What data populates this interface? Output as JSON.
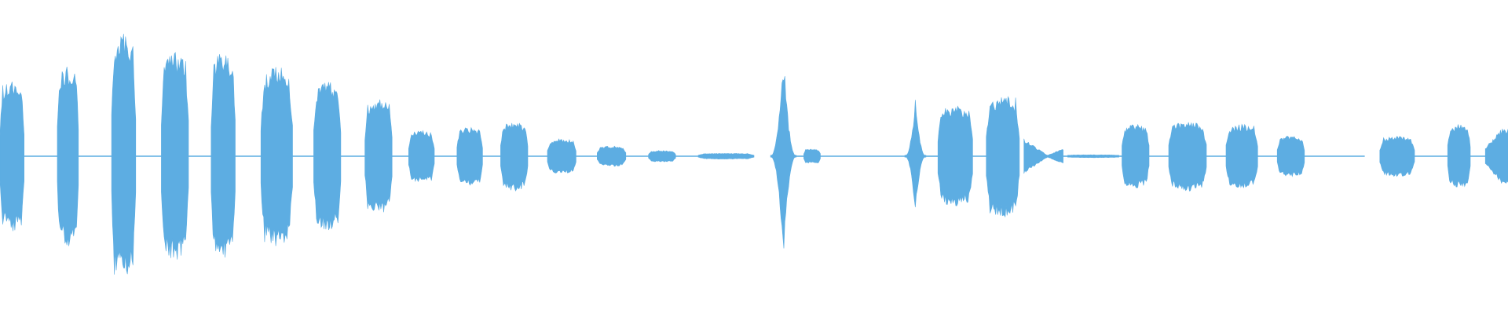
{
  "waveform": {
    "color": "#5DADE2",
    "background": "#FFFFFF",
    "amplitude_scale_max": 1.0,
    "duration_fraction_axis": [
      0,
      1
    ],
    "bursts": [
      {
        "start": 0.0,
        "end": 0.016,
        "amp": 0.52,
        "shape": "ramp-hold"
      },
      {
        "start": 0.038,
        "end": 0.052,
        "amp": 0.62,
        "shape": "ramp-hold"
      },
      {
        "start": 0.074,
        "end": 0.09,
        "amp": 0.85,
        "shape": "ramp-hold"
      },
      {
        "start": 0.107,
        "end": 0.125,
        "amp": 0.72,
        "shape": "ramp-hold"
      },
      {
        "start": 0.14,
        "end": 0.156,
        "amp": 0.72,
        "shape": "ramp-hold"
      },
      {
        "start": 0.173,
        "end": 0.194,
        "amp": 0.62,
        "shape": "ramp-hold"
      },
      {
        "start": 0.208,
        "end": 0.226,
        "amp": 0.52,
        "shape": "ramp-hold"
      },
      {
        "start": 0.242,
        "end": 0.26,
        "amp": 0.4,
        "shape": "ramp-hold"
      },
      {
        "start": 0.271,
        "end": 0.288,
        "amp": 0.18,
        "shape": "ramp-hold"
      },
      {
        "start": 0.303,
        "end": 0.32,
        "amp": 0.2,
        "shape": "ramp-hold"
      },
      {
        "start": 0.332,
        "end": 0.35,
        "amp": 0.24,
        "shape": "ramp-hold"
      },
      {
        "start": 0.363,
        "end": 0.382,
        "amp": 0.12,
        "shape": "ramp-hold"
      },
      {
        "start": 0.396,
        "end": 0.415,
        "amp": 0.07,
        "shape": "ramp-hold"
      },
      {
        "start": 0.43,
        "end": 0.448,
        "amp": 0.04,
        "shape": "ramp-hold"
      },
      {
        "start": 0.463,
        "end": 0.5,
        "amp": 0.02,
        "shape": "ramp-hold"
      },
      {
        "start": 0.511,
        "end": 0.528,
        "amp": 0.72,
        "shape": "spike"
      },
      {
        "start": 0.533,
        "end": 0.544,
        "amp": 0.05,
        "shape": "ramp-hold"
      },
      {
        "start": 0.6,
        "end": 0.614,
        "amp": 0.4,
        "shape": "spike"
      },
      {
        "start": 0.622,
        "end": 0.645,
        "amp": 0.35,
        "shape": "ramp-hold"
      },
      {
        "start": 0.654,
        "end": 0.676,
        "amp": 0.42,
        "shape": "ramp-hold"
      },
      {
        "start": 0.679,
        "end": 0.705,
        "amp": 0.12,
        "shape": "v-taper"
      },
      {
        "start": 0.708,
        "end": 0.742,
        "amp": 0.01,
        "shape": "ramp-hold"
      },
      {
        "start": 0.744,
        "end": 0.762,
        "amp": 0.22,
        "shape": "ramp-hold"
      },
      {
        "start": 0.775,
        "end": 0.8,
        "amp": 0.24,
        "shape": "ramp-hold"
      },
      {
        "start": 0.813,
        "end": 0.834,
        "amp": 0.22,
        "shape": "ramp-hold"
      },
      {
        "start": 0.847,
        "end": 0.865,
        "amp": 0.14,
        "shape": "ramp-hold"
      },
      {
        "start": 0.915,
        "end": 0.938,
        "amp": 0.14,
        "shape": "ramp-hold"
      },
      {
        "start": 0.96,
        "end": 0.975,
        "amp": 0.22,
        "shape": "ramp-hold"
      },
      {
        "start": 0.985,
        "end": 1.0,
        "amp": 0.2,
        "shape": "ramp-rise"
      }
    ],
    "baseline_segments": [
      [
        0.016,
        0.038
      ],
      [
        0.052,
        0.074
      ],
      [
        0.09,
        0.107
      ],
      [
        0.125,
        0.14
      ],
      [
        0.156,
        0.173
      ],
      [
        0.194,
        0.208
      ],
      [
        0.226,
        0.242
      ],
      [
        0.26,
        0.271
      ],
      [
        0.288,
        0.303
      ],
      [
        0.32,
        0.332
      ],
      [
        0.35,
        0.363
      ],
      [
        0.382,
        0.396
      ],
      [
        0.415,
        0.43
      ],
      [
        0.448,
        0.463
      ],
      [
        0.528,
        0.533
      ],
      [
        0.544,
        0.6
      ],
      [
        0.614,
        0.622
      ],
      [
        0.645,
        0.654
      ],
      [
        0.705,
        0.708
      ],
      [
        0.742,
        0.744
      ],
      [
        0.762,
        0.775
      ],
      [
        0.8,
        0.813
      ],
      [
        0.834,
        0.847
      ],
      [
        0.865,
        0.905
      ],
      [
        0.938,
        0.96
      ],
      [
        0.975,
        0.985
      ]
    ]
  }
}
